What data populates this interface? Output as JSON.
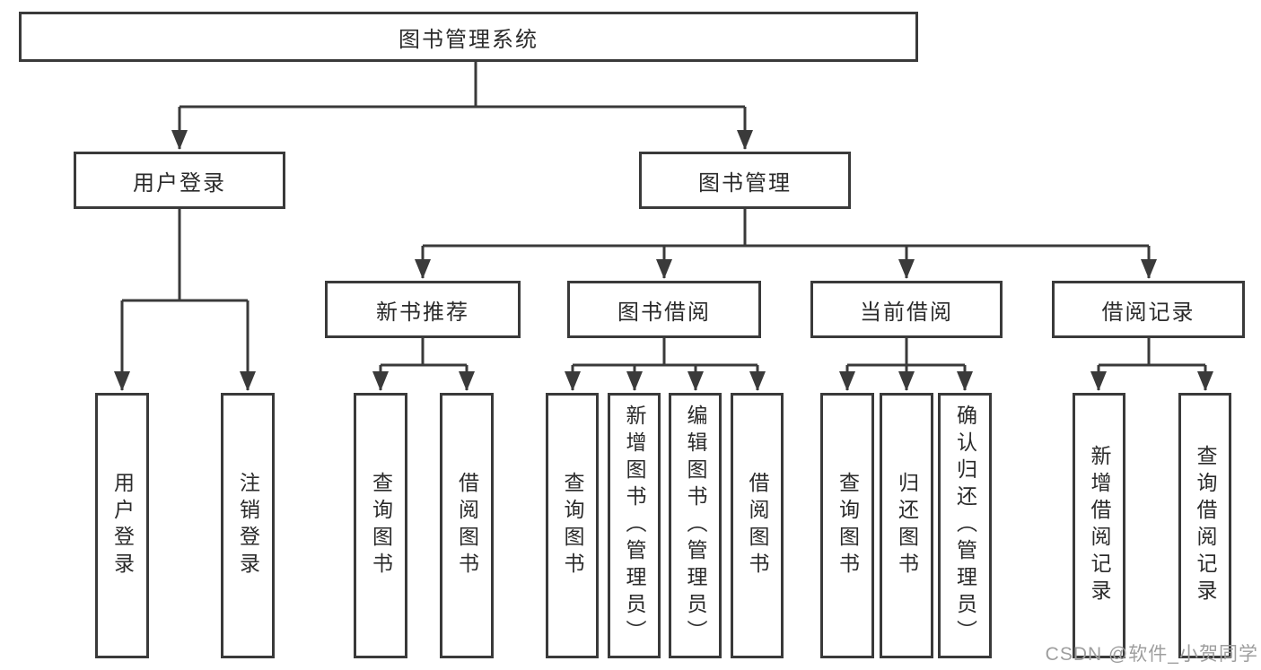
{
  "tree": {
    "label": "图书管理系统",
    "children": [
      {
        "label": "用户登录",
        "children": [
          {
            "label": "用户登录"
          },
          {
            "label": "注销登录"
          }
        ]
      },
      {
        "label": "图书管理",
        "children": [
          {
            "label": "新书推荐",
            "children": [
              {
                "label": "查询图书"
              },
              {
                "label": "借阅图书"
              }
            ]
          },
          {
            "label": "图书借阅",
            "children": [
              {
                "label": "查询图书"
              },
              {
                "label": "新增图书（管理员）"
              },
              {
                "label": "编辑图书（管理员）"
              },
              {
                "label": "借阅图书"
              }
            ]
          },
          {
            "label": "当前借阅",
            "children": [
              {
                "label": "查询图书"
              },
              {
                "label": "归还图书"
              },
              {
                "label": "确认归还（管理员）"
              }
            ]
          },
          {
            "label": "借阅记录",
            "children": [
              {
                "label": "新增借阅记录"
              },
              {
                "label": "查询借阅记录"
              }
            ]
          }
        ]
      }
    ]
  },
  "watermark": {
    "text": "CSDN @软件_小贺同学"
  },
  "colors": {
    "line": "#3a3a3a",
    "text": "#2b2b2b",
    "watermark": "#9e9e9e"
  }
}
